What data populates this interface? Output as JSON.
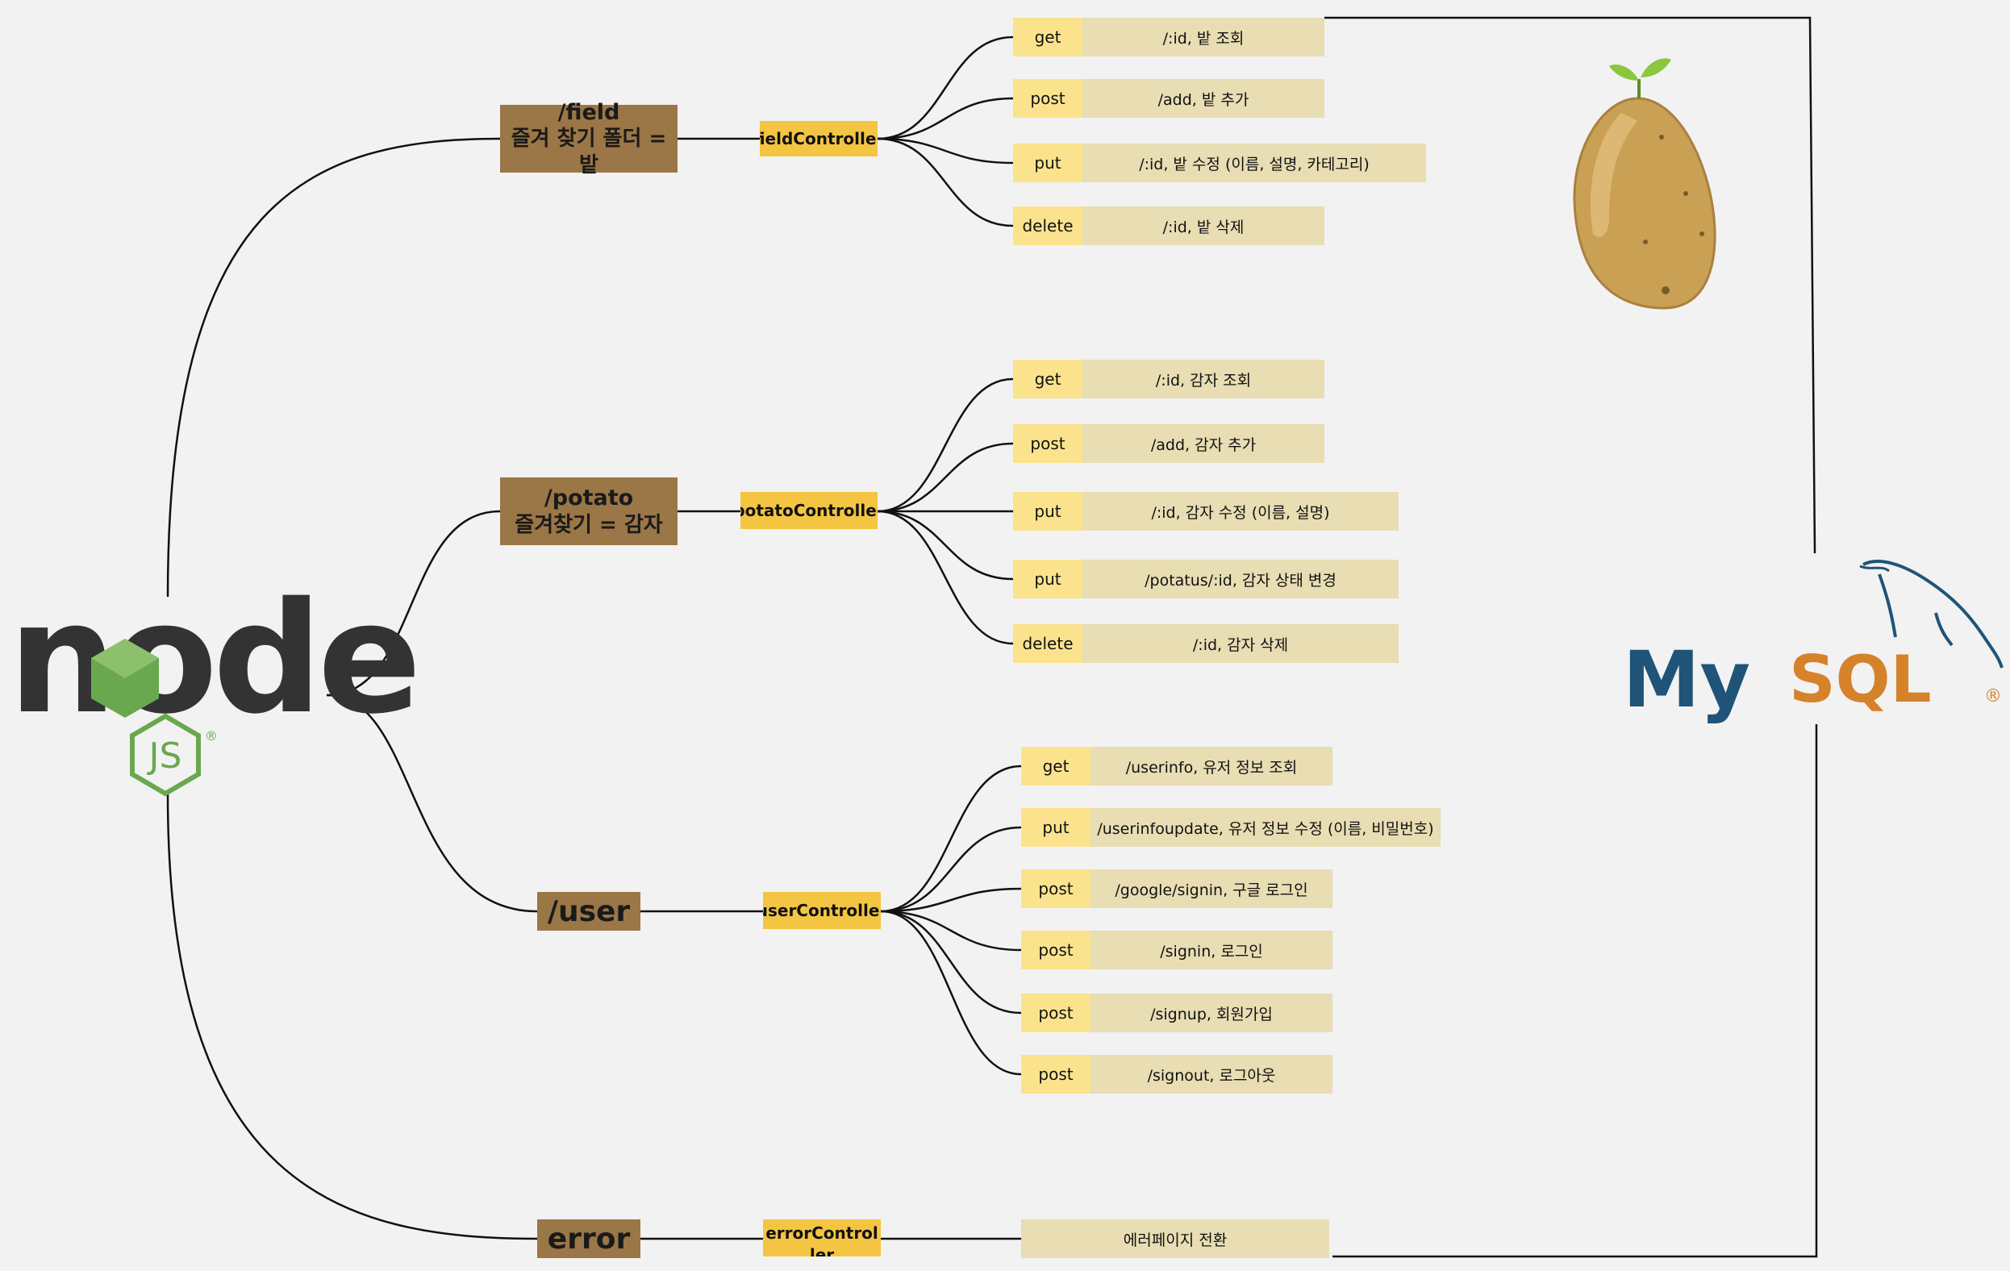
{
  "routes": {
    "field": {
      "path": "/field",
      "desc": "즐겨 찾기 폴더 = 밭",
      "controller": "fieldController"
    },
    "potato": {
      "path": "/potato",
      "desc": "즐겨찾기 = 감자",
      "controller": "potatoController"
    },
    "user": {
      "path": "/user",
      "controller": "userController"
    },
    "error": {
      "path": "error",
      "controller": "errorController",
      "action": "에러페이지 전환"
    }
  },
  "endpoints": {
    "field": [
      {
        "method": "get",
        "desc": "/:id, 밭 조회"
      },
      {
        "method": "post",
        "desc": "/add, 밭 추가"
      },
      {
        "method": "put",
        "desc": "/:id, 밭 수정 (이름, 설명, 카테고리)"
      },
      {
        "method": "delete",
        "desc": "/:id, 밭 삭제"
      }
    ],
    "potato": [
      {
        "method": "get",
        "desc": "/:id, 감자 조회"
      },
      {
        "method": "post",
        "desc": "/add, 감자 추가"
      },
      {
        "method": "put",
        "desc": "/:id, 감자 수정 (이름, 설명)"
      },
      {
        "method": "put",
        "desc": "/potatus/:id, 감자 상태 변경"
      },
      {
        "method": "delete",
        "desc": "/:id, 감자 삭제"
      }
    ],
    "user": [
      {
        "method": "get",
        "desc": "/userinfo, 유저 정보 조회"
      },
      {
        "method": "put",
        "desc": "/userinfoupdate, 유저 정보 수정 (이름, 비밀번호)"
      },
      {
        "method": "post",
        "desc": "/google/signin, 구글 로그인"
      },
      {
        "method": "post",
        "desc": "/signin, 로그인"
      },
      {
        "method": "post",
        "desc": "/signup, 회원가입"
      },
      {
        "method": "post",
        "desc": "/signout, 로그아웃"
      }
    ]
  },
  "logos": {
    "node": {
      "text": "node",
      "sub": "JS",
      "registered": "®"
    },
    "mysql": {
      "text_my": "My",
      "text_sql": "SQL",
      "registered": "®"
    }
  },
  "colors": {
    "background": "#f2f2f2",
    "route_box": "#9b7646",
    "controller_box": "#f4c542",
    "method_box": "#fbe38d",
    "endpoint_box": "#e8ddb3",
    "node_dark": "#333333",
    "node_green": "#6aa84f",
    "mysql_blue": "#1f5478",
    "mysql_orange": "#d6822a",
    "potato": "#c9a054"
  }
}
